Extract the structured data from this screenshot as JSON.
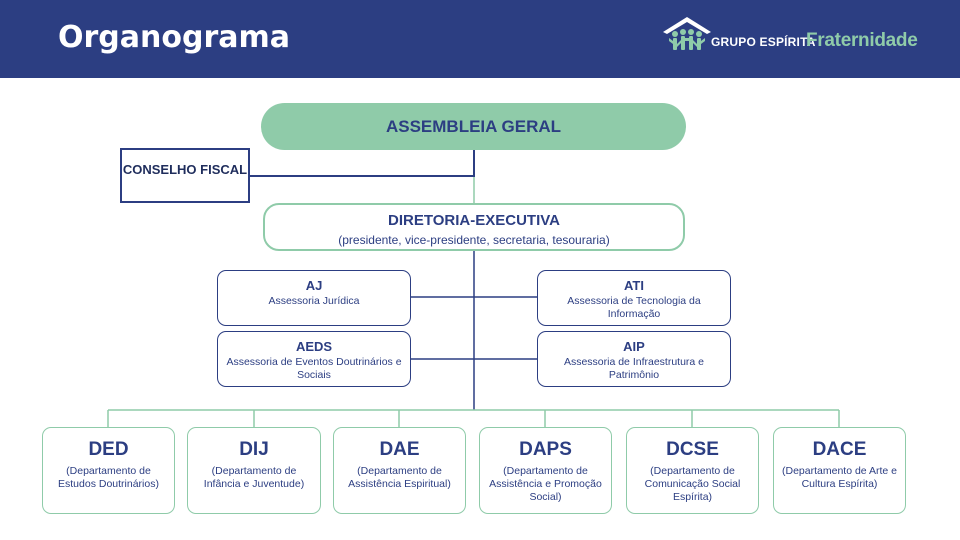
{
  "header": {
    "title": "Organograma",
    "logo_prefix": "GRUPO ESPÍRITA",
    "logo_name": "Fraternidade"
  },
  "nodes": {
    "assembleia": "ASSEMBLEIA GERAL",
    "conselho": "CONSELHO FISCAL",
    "diretoria": {
      "title": "DIRETORIA-EXECUTIVA",
      "subtitle": "(presidente, vice-presidente, secretaria, tesouraria)"
    },
    "advisories": [
      {
        "abbr": "AJ",
        "name": "Assessoria Jurídica"
      },
      {
        "abbr": "ATI",
        "name": "Assessoria de Tecnologia da Informação"
      },
      {
        "abbr": "AEDS",
        "name": "Assessoria de Eventos Doutrinários e Sociais"
      },
      {
        "abbr": "AIP",
        "name": "Assessoria de Infraestrutura e Patrimônio"
      }
    ],
    "departments": [
      {
        "abbr": "DED",
        "name": "(Departamento de Estudos Doutrinários)"
      },
      {
        "abbr": "DIJ",
        "name": "(Departamento de Infância e Juventude)"
      },
      {
        "abbr": "DAE",
        "name": "(Departamento de Assistência Espiritual)"
      },
      {
        "abbr": "DAPS",
        "name": "(Departamento de Assistência e Promoção Social)"
      },
      {
        "abbr": "DCSE",
        "name": "(Departamento de Comunicação Social Espírita)"
      },
      {
        "abbr": "DACE",
        "name": "(Departamento de Arte e Cultura Espírita)"
      }
    ]
  },
  "colors": {
    "navy": "#2c3e82",
    "green": "#8fcba9"
  }
}
